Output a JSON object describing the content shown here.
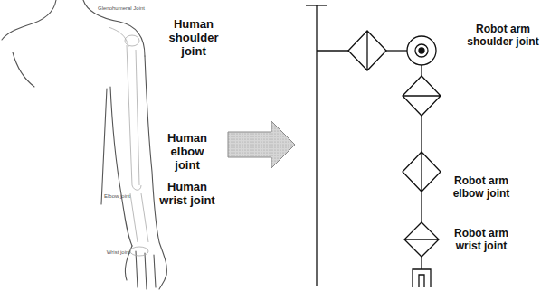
{
  "diagram": {
    "labels": [
      "Human shoulder joint",
      "Human elbow joint",
      "Human wrist joint",
      "Robot arm shoulder joint",
      "Robot arm elbow joint",
      "Robot arm wrist joint",
      "Glenohumeral Joint",
      "Elbow joint",
      "Wrist joint"
    ]
  }
}
